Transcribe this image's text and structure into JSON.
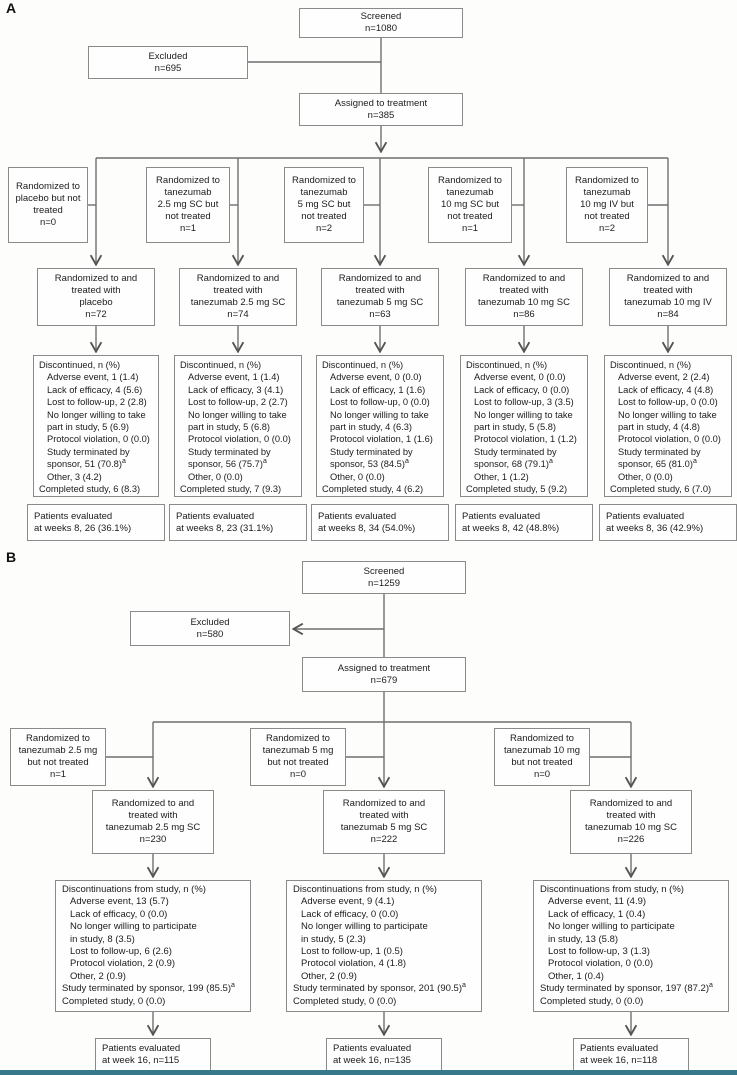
{
  "meta": {
    "footnote_marker": "a",
    "box_border_color": "#8a8a8a",
    "connector_color": "#6f6f6f",
    "accent_bar_color": "#37798b"
  },
  "panel_a": {
    "label": "A",
    "screened": [
      "Screened",
      "n=1080"
    ],
    "excluded": [
      "Excluded",
      "n=695"
    ],
    "assigned": [
      "Assigned to treatment",
      "n=385"
    ],
    "columns": [
      {
        "not_treated": [
          "Randomized to",
          "placebo but not",
          "treated",
          "n=0"
        ],
        "treated": [
          "Randomized to and",
          "treated with",
          "placebo",
          "n=72"
        ],
        "discontinued": {
          "header": "Discontinued, n (%)",
          "items": [
            "Adverse event, 1 (1.4)",
            "Lack of efficacy, 4 (5.6)",
            "Lost to follow-up, 2 (2.8)",
            "No longer willing to take",
            "part in study, 5 (6.9)",
            "Protocol violation, 0 (0.0)"
          ],
          "sponsor_line1": "Study terminated by",
          "sponsor_line2": "sponsor, 51 (70.8)",
          "other": "Other, 3 (4.2)",
          "completed": "Completed study, 6 (8.3)"
        },
        "evaluated": [
          "Patients evaluated",
          "at weeks 8, 26 (36.1%)"
        ]
      },
      {
        "not_treated": [
          "Randomized to",
          "tanezumab",
          "2.5 mg SC but",
          "not treated",
          "n=1"
        ],
        "treated": [
          "Randomized to and",
          "treated with",
          "tanezumab 2.5 mg SC",
          "n=74"
        ],
        "discontinued": {
          "header": "Discontinued, n (%)",
          "items": [
            "Adverse event, 1 (1.4)",
            "Lack of efficacy, 3 (4.1)",
            "Lost to follow-up, 2 (2.7)",
            "No longer willing to take",
            "part in study, 5 (6.8)",
            "Protocol violation, 0 (0.0)"
          ],
          "sponsor_line1": "Study terminated by",
          "sponsor_line2": "sponsor, 56 (75.7)",
          "other": "Other, 0 (0.0)",
          "completed": "Completed study, 7 (9.3)"
        },
        "evaluated": [
          "Patients evaluated",
          "at weeks 8, 23 (31.1%)"
        ]
      },
      {
        "not_treated": [
          "Randomized to",
          "tanezumab",
          "5 mg SC but",
          "not treated",
          "n=2"
        ],
        "treated": [
          "Randomized to and",
          "treated with",
          "tanezumab 5 mg SC",
          "n=63"
        ],
        "discontinued": {
          "header": "Discontinued, n (%)",
          "items": [
            "Adverse event, 0 (0.0)",
            "Lack of efficacy, 1 (1.6)",
            "Lost to follow-up, 0 (0.0)",
            "No longer willing to take",
            "part in study, 4 (6.3)",
            "Protocol violation, 1 (1.6)"
          ],
          "sponsor_line1": "Study terminated by",
          "sponsor_line2": "sponsor, 53 (84.5)",
          "other": "Other, 0 (0.0)",
          "completed": "Completed study, 4 (6.2)"
        },
        "evaluated": [
          "Patients evaluated",
          "at weeks 8, 34 (54.0%)"
        ]
      },
      {
        "not_treated": [
          "Randomized to",
          "tanezumab",
          "10 mg SC but",
          "not treated",
          "n=1"
        ],
        "treated": [
          "Randomized to and",
          "treated with",
          "tanezumab 10 mg SC",
          "n=86"
        ],
        "discontinued": {
          "header": "Discontinued, n (%)",
          "items": [
            "Adverse event, 0 (0.0)",
            "Lack of efficacy, 0 (0.0)",
            "Lost to follow-up, 3 (3.5)",
            "No longer willing to take",
            "part in study, 5 (5.8)",
            "Protocol violation, 1 (1.2)"
          ],
          "sponsor_line1": "Study terminated by",
          "sponsor_line2": "sponsor, 68 (79.1)",
          "other": "Other, 1 (1.2)",
          "completed": "Completed study, 5 (9.2)"
        },
        "evaluated": [
          "Patients evaluated",
          "at weeks 8, 42 (48.8%)"
        ]
      },
      {
        "not_treated": [
          "Randomized to",
          "tanezumab",
          "10 mg IV but",
          "not treated",
          "n=2"
        ],
        "treated": [
          "Randomized to and",
          "treated with",
          "tanezumab 10 mg IV",
          "n=84"
        ],
        "discontinued": {
          "header": "Discontinued, n (%)",
          "items": [
            "Adverse event, 2 (2.4)",
            "Lack of efficacy, 4 (4.8)",
            "Lost to follow-up, 0 (0.0)",
            "No longer willing to take",
            "part in study, 4 (4.8)",
            "Protocol violation, 0 (0.0)"
          ],
          "sponsor_line1": "Study terminated by",
          "sponsor_line2": "sponsor, 65 (81.0)",
          "other": "Other, 0 (0.0)",
          "completed": "Completed study, 6 (7.0)"
        },
        "evaluated": [
          "Patients evaluated",
          "at weeks 8, 36 (42.9%)"
        ]
      }
    ]
  },
  "panel_b": {
    "label": "B",
    "screened": [
      "Screened",
      "n=1259"
    ],
    "excluded": [
      "Excluded",
      "n=580"
    ],
    "assigned": [
      "Assigned to treatment",
      "n=679"
    ],
    "columns": [
      {
        "not_treated": [
          "Randomized to",
          "tanezumab 2.5 mg",
          "but not treated",
          "n=1"
        ],
        "treated": [
          "Randomized to and",
          "treated with",
          "tanezumab 2.5 mg SC",
          "n=230"
        ],
        "discontinued": {
          "header": "Discontinuations from study, n (%)",
          "items": [
            "Adverse event, 13 (5.7)",
            "Lack of efficacy, 0 (0.0)",
            "No longer willing to participate",
            "in study, 8 (3.5)",
            "Lost to follow-up, 6 (2.6)",
            "Protocol violation, 2 (0.9)",
            "Other, 2 (0.9)"
          ],
          "sponsor": "Study terminated by sponsor, 199 (85.5)",
          "completed": "Completed study, 0 (0.0)"
        },
        "evaluated": [
          "Patients evaluated",
          "at week 16, n=115"
        ]
      },
      {
        "not_treated": [
          "Randomized to",
          "tanezumab 5 mg",
          "but not treated",
          "n=0"
        ],
        "treated": [
          "Randomized to and",
          "treated with",
          "tanezumab 5 mg SC",
          "n=222"
        ],
        "discontinued": {
          "header": "Discontinuations from study, n (%)",
          "items": [
            "Adverse event, 9 (4.1)",
            "Lack of efficacy, 0 (0.0)",
            "No longer willing to participate",
            "in study, 5 (2.3)",
            "Lost to follow-up, 1 (0.5)",
            "Protocol violation, 4 (1.8)",
            "Other, 2 (0.9)"
          ],
          "sponsor": "Study terminated by sponsor, 201 (90.5)",
          "completed": "Completed study, 0 (0.0)"
        },
        "evaluated": [
          "Patients evaluated",
          "at week 16, n=135"
        ]
      },
      {
        "not_treated": [
          "Randomized to",
          "tanezumab 10 mg",
          "but not treated",
          "n=0"
        ],
        "treated": [
          "Randomized to and",
          "treated with",
          "tanezumab 10 mg SC",
          "n=226"
        ],
        "discontinued": {
          "header": "Discontinuations from study, n (%)",
          "items": [
            "Adverse event, 11 (4.9)",
            "Lack of efficacy, 1 (0.4)",
            "No longer willing to participate",
            "in study, 13 (5.8)",
            "Lost to follow-up, 3 (1.3)",
            "Protocol violation, 0 (0.0)",
            "Other, 1 (0.4)"
          ],
          "sponsor": "Study terminated by sponsor, 197 (87.2)",
          "completed": "Completed study, 0 (0.0)"
        },
        "evaluated": [
          "Patients evaluated",
          "at week 16, n=118"
        ]
      }
    ]
  }
}
